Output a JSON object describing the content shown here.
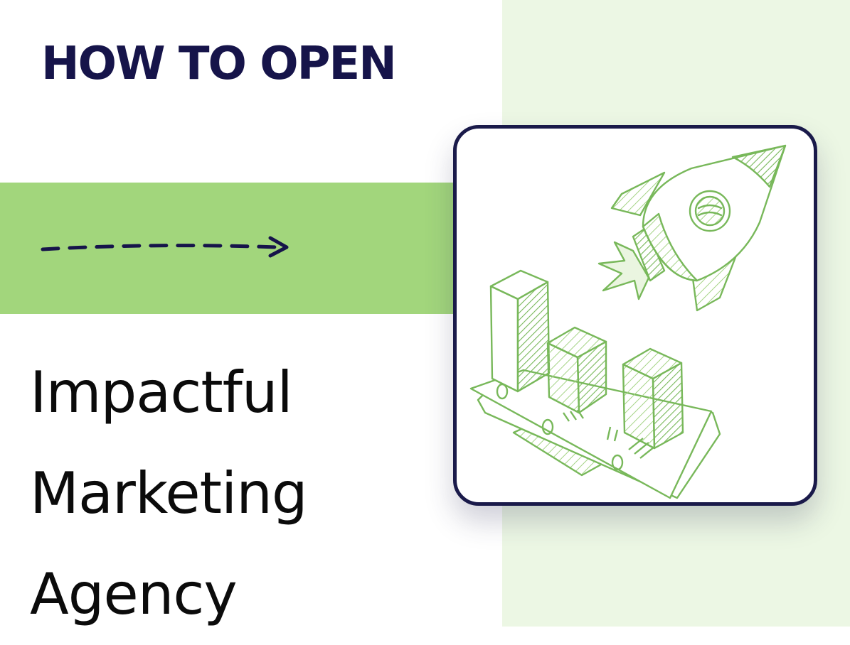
{
  "heading": {
    "kicker": "HOW TO OPEN",
    "title_lines": [
      "Impactful",
      "Marketing",
      "Agency"
    ]
  },
  "colors": {
    "navy": "#16144a",
    "green_band": "#a2d67c",
    "pale_green": "#ecf7e4",
    "sketch_green": "#78b85a"
  },
  "icons": [
    "dashed-arrow-icon",
    "rocket-icon",
    "bar-chart-icon",
    "money-bills-icon"
  ]
}
